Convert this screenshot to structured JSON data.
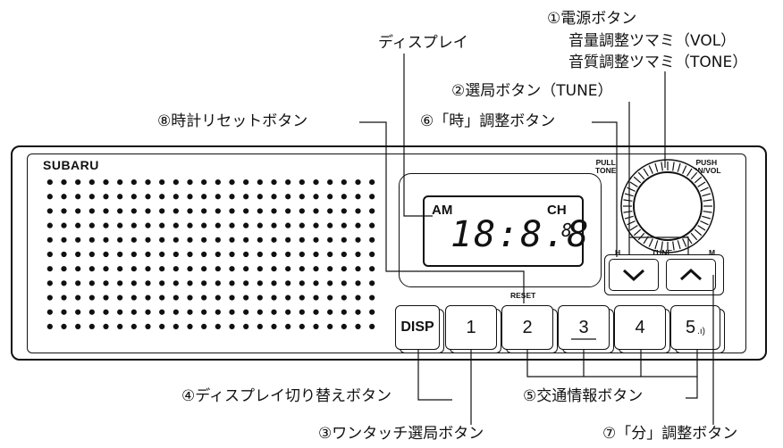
{
  "brand": "SUBARU",
  "display": {
    "am": "AM",
    "ch": "CH",
    "digits": "18:8.8",
    "small_digit": "8"
  },
  "panel_labels": {
    "pull_tone": [
      "PULL",
      "TONE"
    ],
    "push_onvol": [
      "PUSH",
      "ON/VOL"
    ],
    "tune": "TUNE",
    "h": "H",
    "m": "M",
    "reset": "RESET"
  },
  "buttons": {
    "disp": "DISP",
    "presets": [
      "1",
      "2",
      "3",
      "4",
      "5"
    ],
    "traffic_mark": ".ı)"
  },
  "callouts": {
    "display": "ディスプレイ",
    "power": "①電源ボタン",
    "volume": "音量調整ツマミ（VOL）",
    "tone": "音質調整ツマミ（TONE）",
    "tune": "②選局ボタン（TUNE）",
    "hour": "⑥「時」調整ボタン",
    "reset": "⑧時計リセットボタン",
    "disp_switch": "④ディスプレイ切り替えボタン",
    "traffic": "⑤交通情報ボタン",
    "preset": "③ワンタッチ選局ボタン",
    "minute": "⑦「分」調整ボタン"
  }
}
